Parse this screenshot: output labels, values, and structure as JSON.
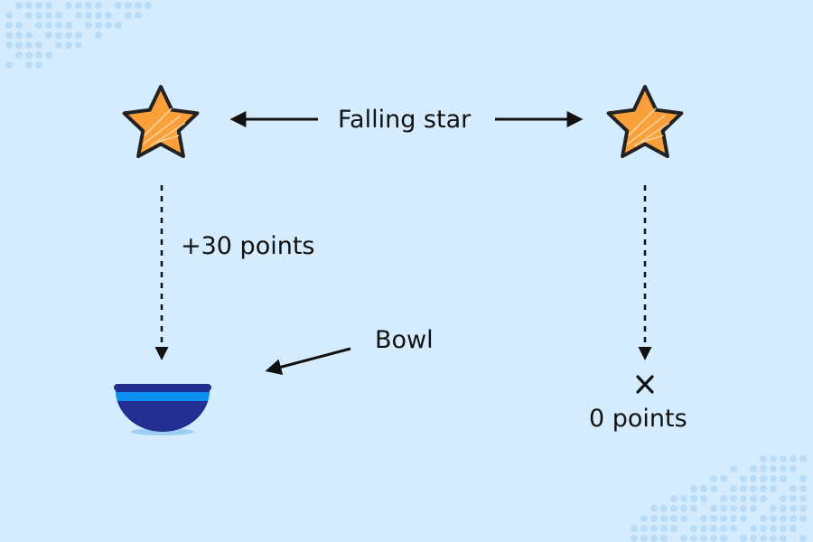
{
  "labels": {
    "falling_star": "Falling star",
    "caught_points": "+30 points",
    "bowl": "Bowl",
    "missed_points": "0 points",
    "miss_mark": "×"
  },
  "colors": {
    "background": "#d4ecfd",
    "star_fill": "#f9a03a",
    "star_outline": "#222222",
    "bowl_body": "#232e92",
    "bowl_stripe": "#0a8ff0",
    "bowl_shadow": "#9ccdf2",
    "dots": "#b9dcf8",
    "arrow": "#111111"
  },
  "icons": {
    "left_star": "star-icon",
    "right_star": "star-icon",
    "bowl": "bowl-icon",
    "miss": "x-mark-icon"
  }
}
